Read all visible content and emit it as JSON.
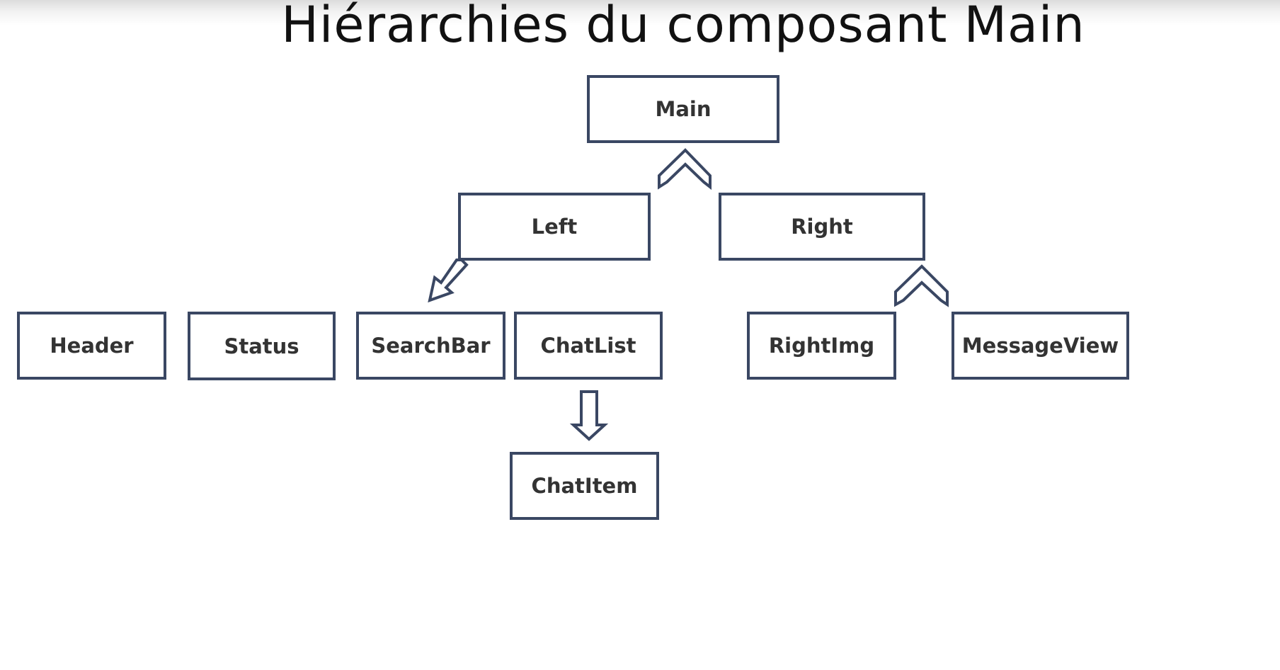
{
  "title": "Hiérarchies du composant Main",
  "colors": {
    "box_border": "#3a4763",
    "box_text": "#333333",
    "title_text": "#111111"
  },
  "nodes": {
    "main": "Main",
    "left": "Left",
    "right": "Right",
    "header": "Header",
    "status": "Status",
    "searchbar": "SearchBar",
    "chatlist": "ChatList",
    "rightimg": "RightImg",
    "messageview": "MessageView",
    "chatitem": "ChatItem"
  }
}
